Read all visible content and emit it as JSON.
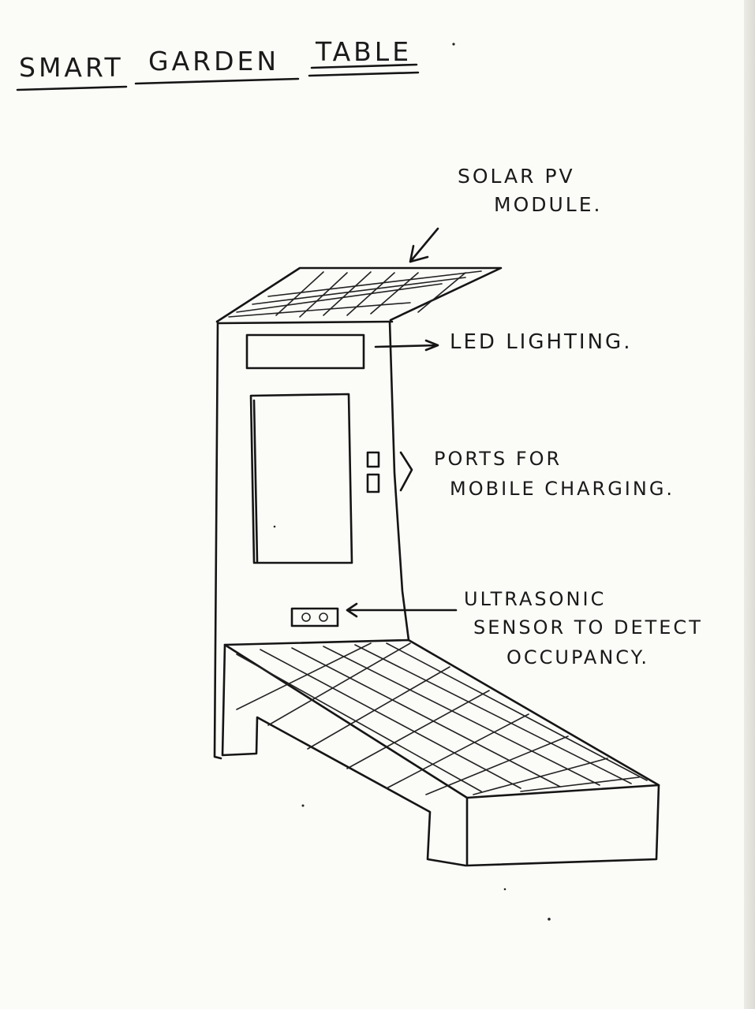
{
  "title": {
    "smart": "SMART",
    "garden": "GARDEN",
    "table": "TABLE"
  },
  "labels": {
    "solar_line1": "SOLAR PV",
    "solar_line2": "MODULE.",
    "led": "LED LIGHTING.",
    "ports_line1": "PORTS FOR",
    "ports_line2": "MOBILE CHARGING.",
    "ultrasonic_line1": "ULTRASONIC",
    "ultrasonic_line2": "SENSOR TO DETECT",
    "ultrasonic_line3": "OCCUPANCY."
  }
}
